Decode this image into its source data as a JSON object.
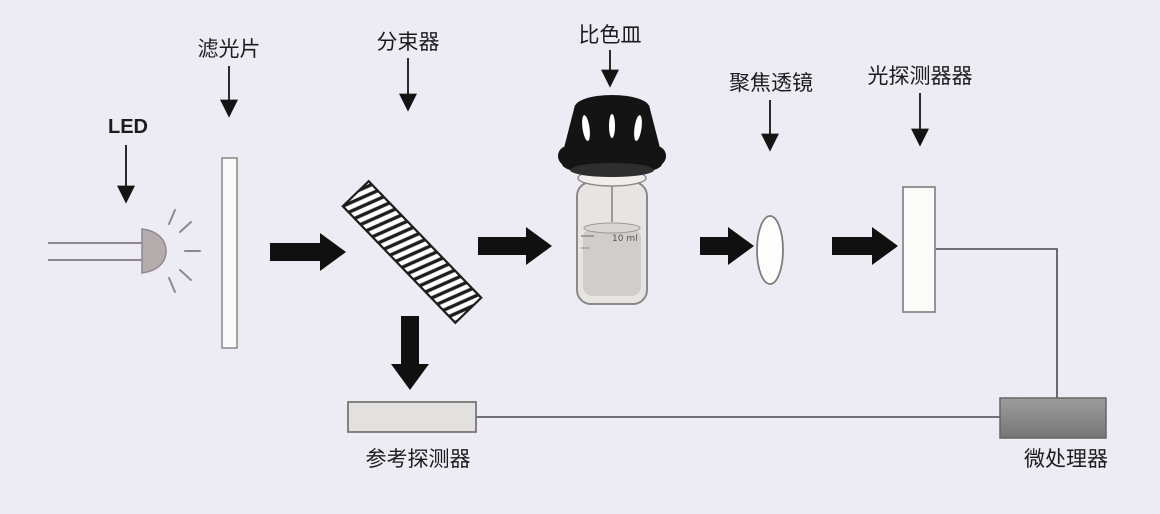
{
  "labels": {
    "led": "LED",
    "filter": "滤光片",
    "beam_splitter": "分束器",
    "cuvette": "比色皿",
    "focus_lens": "聚焦透镜",
    "photodetector": "光探测器器",
    "reference_detector": "参考探测器",
    "microprocessor": "微处理器"
  },
  "cuvette": {
    "volume_text": "10 ml"
  },
  "colors": {
    "background": "#edebf4",
    "flow_arrow": "#101010",
    "label_text": "#1c1c1c",
    "connector_line": "#4a4a4a",
    "reference_detector_fill": "#e2e1df",
    "microprocessor_fill": "#8d8d8d",
    "cuvette_cap_fill": "#141414",
    "cuvette_body_fill": "#e6e5e2"
  }
}
